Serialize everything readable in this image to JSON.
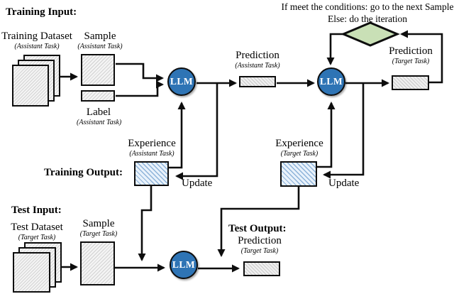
{
  "headings": {
    "training_input": "Training Input:",
    "training_output": "Training Output:",
    "test_input": "Test Input:",
    "test_output": "Test Output:"
  },
  "condition": {
    "line1": "If meet the conditions: go to the next Sample",
    "line2": "Else: do the iteration"
  },
  "nodes": {
    "llm": "LLM",
    "training_dataset": {
      "label": "Training Dataset",
      "sublabel": "(Assistant Task)"
    },
    "sample_assistant": {
      "label": "Sample",
      "sublabel": "(Assistant Task)"
    },
    "label_assistant": {
      "label": "Label",
      "sublabel": "(Assistant Task)"
    },
    "prediction_assistant": {
      "label": "Prediction",
      "sublabel": "(Assistant Task)"
    },
    "prediction_target": {
      "label": "Prediction",
      "sublabel": "(Target Task)"
    },
    "experience_assistant": {
      "label": "Experience",
      "sublabel": "(Assistant Task)"
    },
    "experience_target": {
      "label": "Experience",
      "sublabel": "(Target Task)"
    },
    "test_dataset": {
      "label": "Test Dataset",
      "sublabel": "(Target Task)"
    },
    "sample_target": {
      "label": "Sample",
      "sublabel": "(Target Task)"
    },
    "test_prediction": {
      "label": "Prediction",
      "sublabel": "(Target Task)"
    }
  },
  "edges": {
    "update_left": "Update",
    "update_right": "Update"
  },
  "colors": {
    "llm_blue": "#2e74b5",
    "diamond_green": "#c9e0b6",
    "experience_blue": "#e9f2fb",
    "hatch_gray": "#f4f4f4",
    "line_black": "#0d0d0d"
  }
}
